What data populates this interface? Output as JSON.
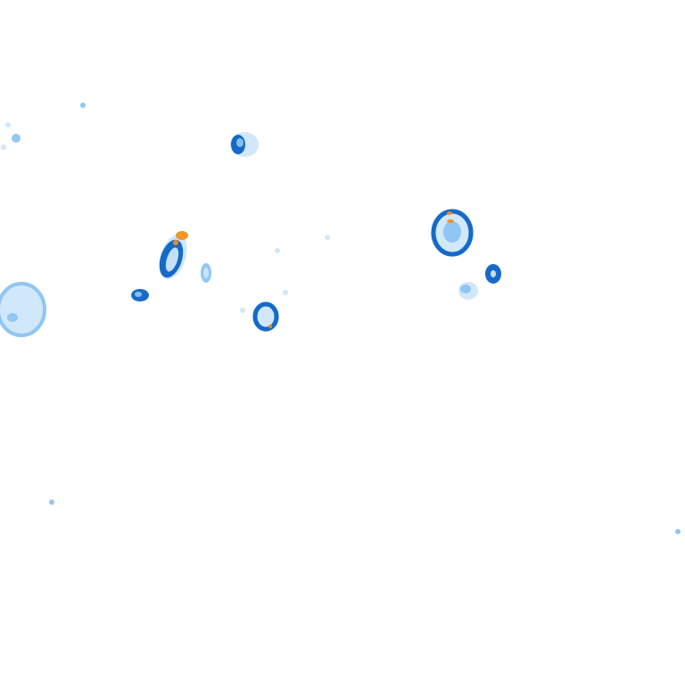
{
  "map": {
    "layer": "precipitation-radar",
    "background_color": "#ffffff",
    "colors": {
      "very_light": "#cfe6fa",
      "light": "#8cc4f0",
      "medium": "#3b8fdc",
      "heavy": "#0b63c4",
      "intense": "#f0901e"
    },
    "cells": [
      {
        "id": "cell-nw-small",
        "intensity": "medium"
      },
      {
        "id": "cell-upper-center",
        "intensity": "heavy"
      },
      {
        "id": "cell-center-left",
        "intensity": "intense"
      },
      {
        "id": "cell-center-left-fragment",
        "intensity": "light"
      },
      {
        "id": "cell-left-small",
        "intensity": "heavy"
      },
      {
        "id": "cell-left-ring",
        "intensity": "light"
      },
      {
        "id": "cell-center",
        "intensity": "intense"
      },
      {
        "id": "cell-right-large",
        "intensity": "intense"
      },
      {
        "id": "cell-right-small-a",
        "intensity": "heavy"
      },
      {
        "id": "cell-right-small-b",
        "intensity": "light"
      },
      {
        "id": "cell-bottom-left-speck",
        "intensity": "very_light"
      },
      {
        "id": "cell-bottom-right-speck",
        "intensity": "very_light"
      }
    ]
  }
}
